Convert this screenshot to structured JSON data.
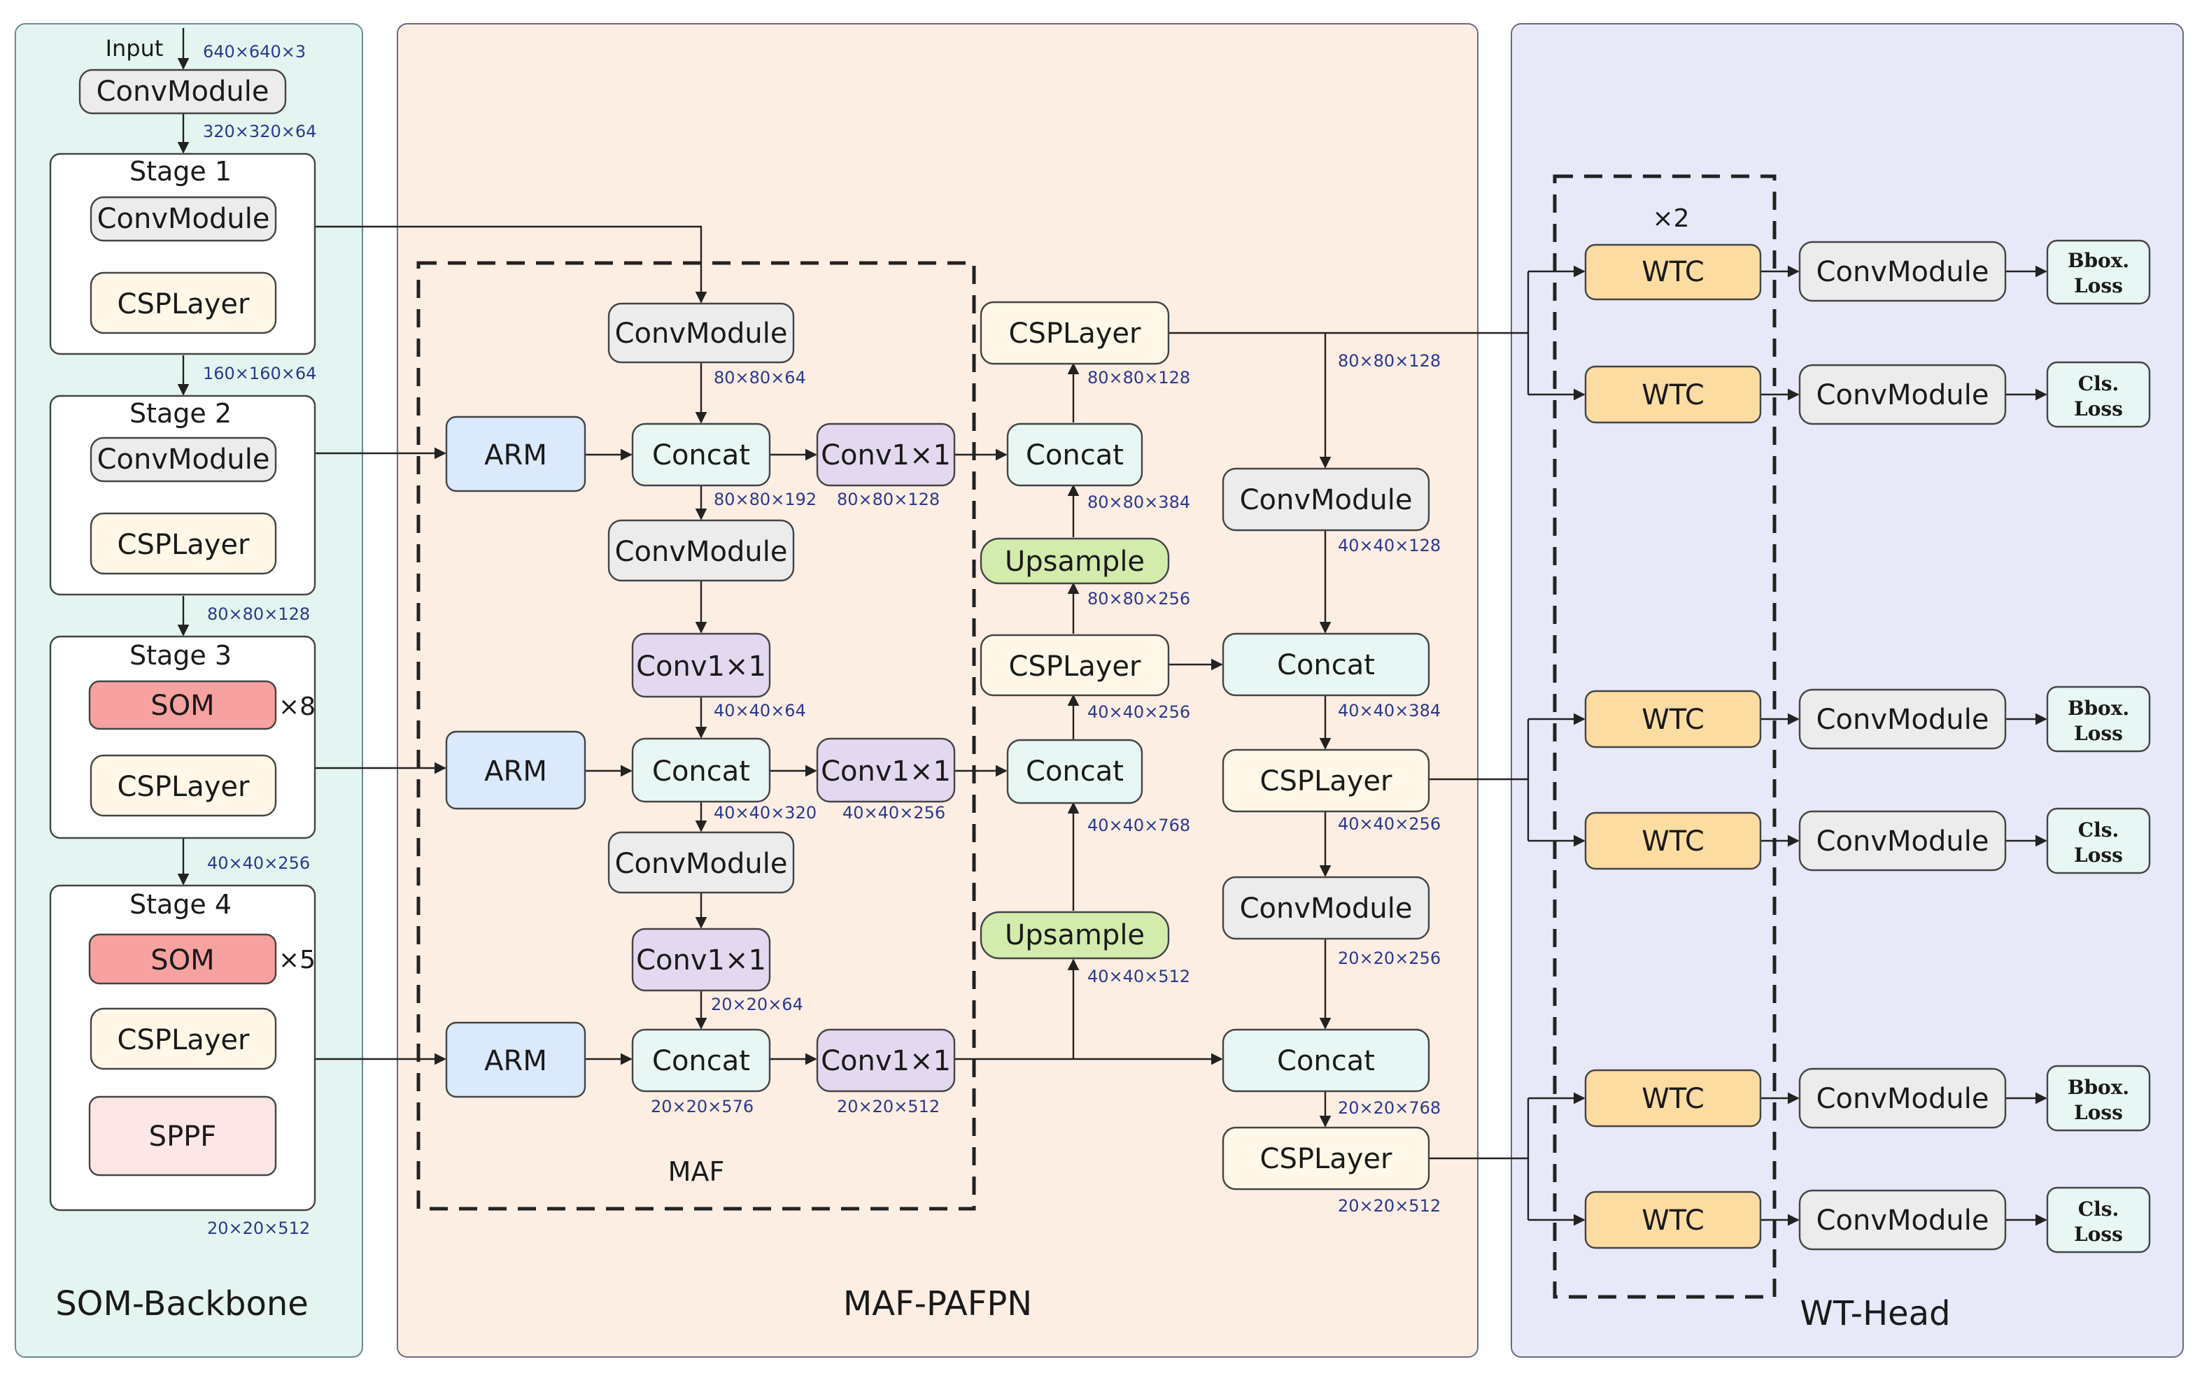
{
  "panels": {
    "backbone": "SOM-Backbone",
    "neck": "MAF-PAFPN",
    "head": "WT-Head",
    "maf": "MAF"
  },
  "input": {
    "label": "Input",
    "dim": "640×640×3"
  },
  "backbone": {
    "stem": "ConvModule",
    "dims": [
      "320×320×64",
      "160×160×64",
      "80×80×128",
      "40×40×256",
      "20×20×512"
    ],
    "stages": [
      {
        "title": "Stage 1",
        "conv": "ConvModule",
        "csp": "CSPLayer"
      },
      {
        "title": "Stage 2",
        "conv": "ConvModule",
        "csp": "CSPLayer"
      },
      {
        "title": "Stage 3",
        "som": "SOM",
        "times": "×8",
        "csp": "CSPLayer"
      },
      {
        "title": "Stage 4",
        "som": "SOM",
        "times": "×5",
        "csp": "CSPLayer",
        "sppf": "SPPF"
      }
    ]
  },
  "maf": {
    "arm": "ARM",
    "concat": "Concat",
    "conv1": "ConvModule",
    "conv1x1": "Conv1×1",
    "dims": {
      "c_top": "80×80×64",
      "concat1": "80×80×192",
      "conv1x1_1": "80×80×128",
      "conv1x1_mid": "40×40×64",
      "concat2": "40×40×320",
      "conv1x1_2": "40×40×256",
      "conv1x1_low": "20×20×64",
      "concat3": "20×20×576",
      "conv1x1_3": "20×20×512"
    }
  },
  "pafpn": {
    "csp": "CSPLayer",
    "concat": "Concat",
    "upsample": "Upsample",
    "conv": "ConvModule",
    "dims": {
      "csp_top": "80×80×128",
      "concat_top": "80×80×384",
      "up_top": "80×80×256",
      "csp_mid": "40×40×256",
      "concat_mid": "40×40×768",
      "up_low": "40×40×512",
      "right_top": "80×80×128",
      "conv_r1": "40×40×128",
      "concat_r1": "40×40×384",
      "csp_r1": "40×40×256",
      "conv_r2": "20×20×256",
      "concat_r2": "20×20×768",
      "csp_r2": "20×20×512"
    }
  },
  "head": {
    "times": "×2",
    "wtc": "WTC",
    "conv": "ConvModule",
    "bbox_loss": [
      "Bbox.",
      "Loss"
    ],
    "cls_loss": [
      "Cls.",
      "Loss"
    ]
  },
  "colors": {
    "backbone_bg": "#e4f5f1",
    "neck_bg": "#fdeee4",
    "head_bg": "#e7e8f8",
    "grey": "#ececec",
    "cream": "#fff8e8",
    "som": "#f7a1a1",
    "sppf": "#fde6e6",
    "arm": "#dae9fb",
    "concat": "#e8f7f4",
    "conv1x1": "#e4d8f0",
    "upsample": "#d3ecae",
    "wtc": "#fcdca1",
    "loss": "#e8f7f4"
  }
}
